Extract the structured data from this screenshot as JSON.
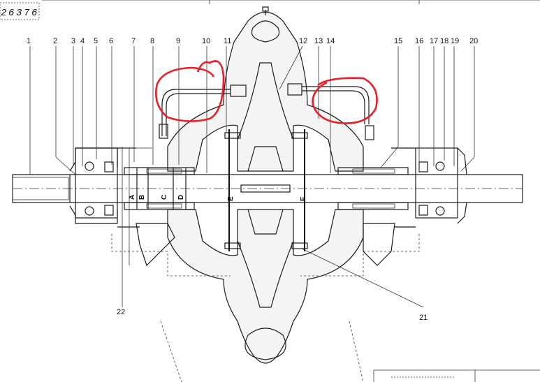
{
  "drawing_number": [
    "2",
    "6",
    "3",
    "7",
    "6"
  ],
  "part_numbers": [
    "1",
    "2",
    "3",
    "4",
    "5",
    "6",
    "7",
    "8",
    "9",
    "10",
    "11",
    "12",
    "13",
    "14",
    "15",
    "16",
    "17",
    "18",
    "19",
    "20",
    "21",
    "22"
  ],
  "section_labels": [
    "A",
    "B",
    "C",
    "D",
    "E",
    "F"
  ],
  "annotation_color": "#e8202a"
}
